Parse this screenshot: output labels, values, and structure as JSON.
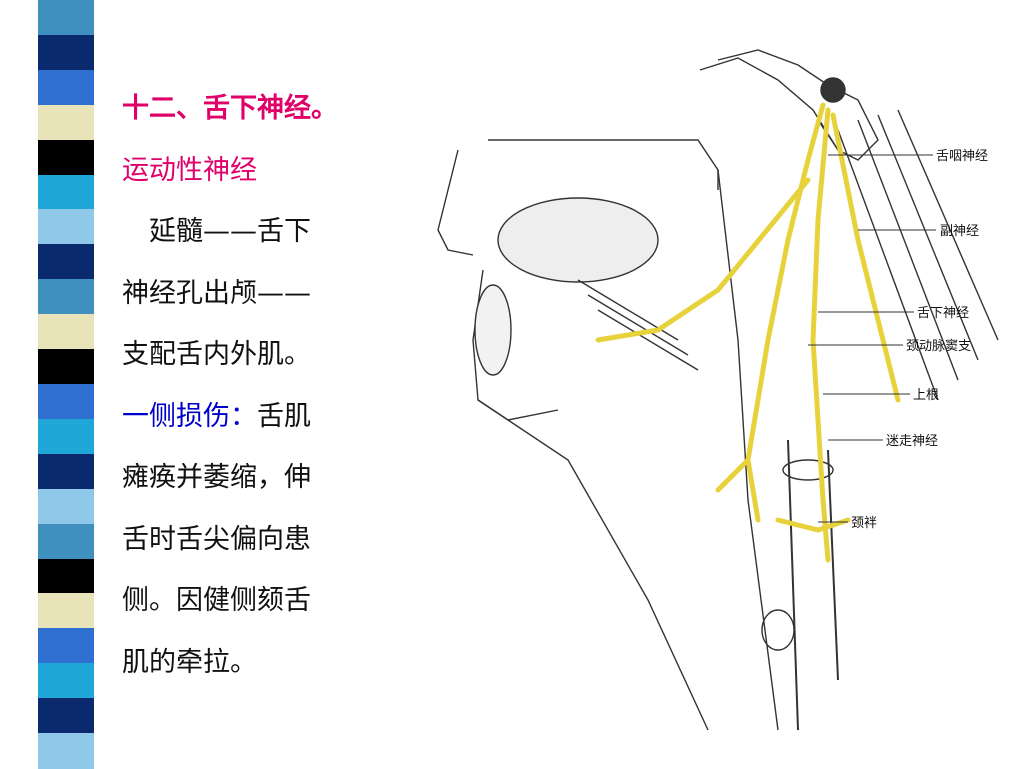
{
  "slide": {
    "title": "十二、舌下神经。",
    "subtitle": "运动性神经",
    "body_lines": [
      "　延髓——舌下",
      "神经孔出颅——",
      "支配舌内外肌。"
    ],
    "injury_label": "一侧损伤：",
    "injury_first": "舌肌",
    "injury_lines": [
      "瘫痪并萎缩，伸",
      "舌时舌尖偏向患",
      "侧。因健侧颏舌",
      "肌的牵拉。"
    ]
  },
  "figure": {
    "labels": [
      "舌咽神经",
      "副神经",
      "舌下神经",
      "颈动脉窦支",
      "上根",
      "迷走神经",
      "颈袢"
    ],
    "nerve_color": "#e8d23c"
  },
  "colors": {
    "title_red": "#e0006a",
    "injury_blue": "#0000cc",
    "stripe": [
      "#000000",
      "#3f8fbf",
      "#1fa7d8",
      "#0b2a6e",
      "#2f6fcf",
      "#e8e3b8",
      "#8fc8e8"
    ]
  }
}
